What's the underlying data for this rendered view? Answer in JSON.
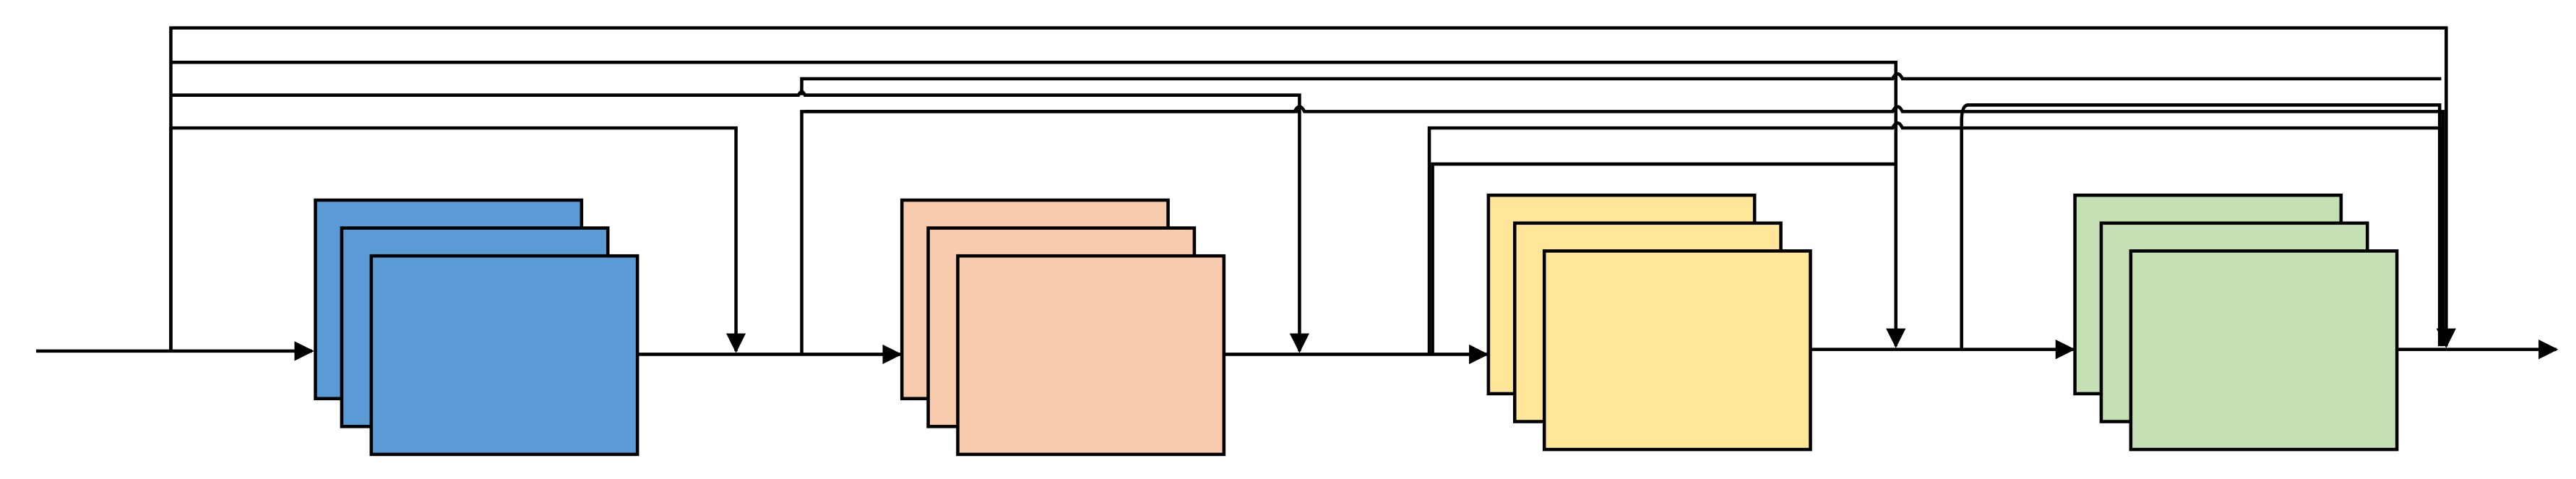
{
  "diagram": {
    "type": "dense-block-network",
    "text": [],
    "blocks": [
      {
        "id": "block-1",
        "color": "#5b9bd5",
        "stack_count": 3
      },
      {
        "id": "block-2",
        "color": "#f8cbad",
        "stack_count": 3
      },
      {
        "id": "block-3",
        "color": "#ffe699",
        "stack_count": 3
      },
      {
        "id": "block-4",
        "color": "#c5e0b4",
        "stack_count": 3
      }
    ],
    "line_color": "#000000"
  }
}
